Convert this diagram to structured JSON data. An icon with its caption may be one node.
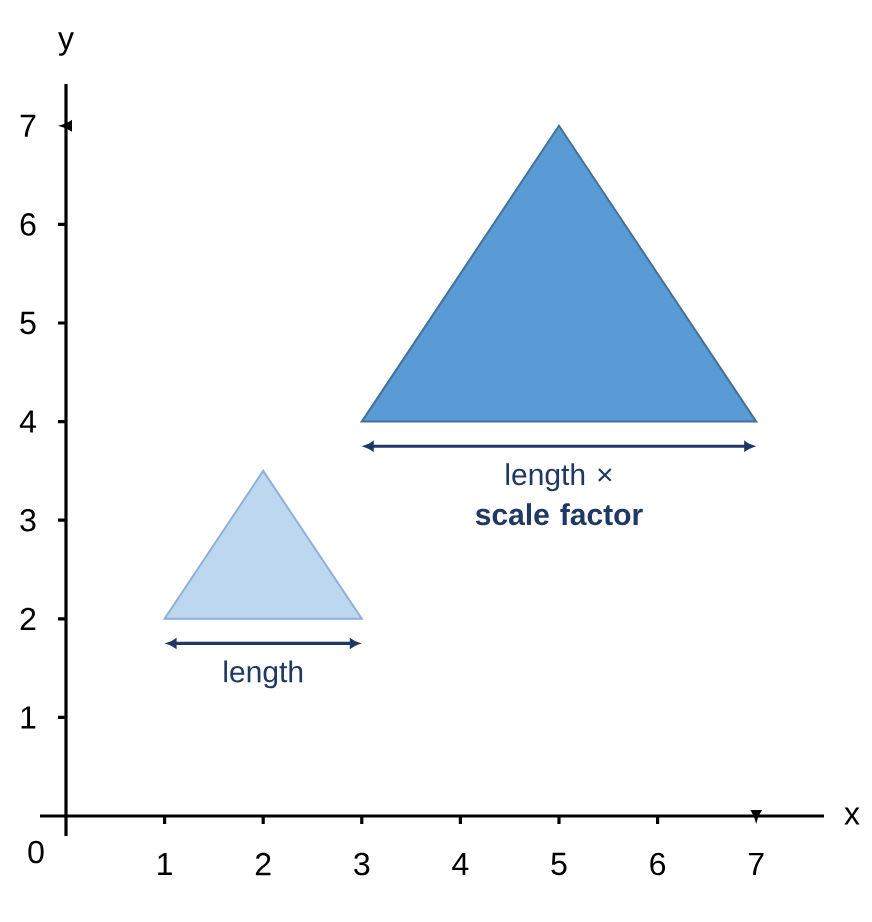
{
  "diagram": {
    "nodes": [
      {
        "text": [],
        "shape": "triangle",
        "beside": [
          "length × **scale factor**"
        ]
      },
      {
        "text": [],
        "shape": "triangle",
        "beside": [
          "length"
        ]
      }
    ],
    "labels": [
      "y",
      "7",
      "6",
      "5",
      "4",
      "3",
      "2",
      "1",
      "0",
      "1",
      "2",
      "3",
      "4",
      "5",
      "6",
      "7",
      "x"
    ]
  }
}
